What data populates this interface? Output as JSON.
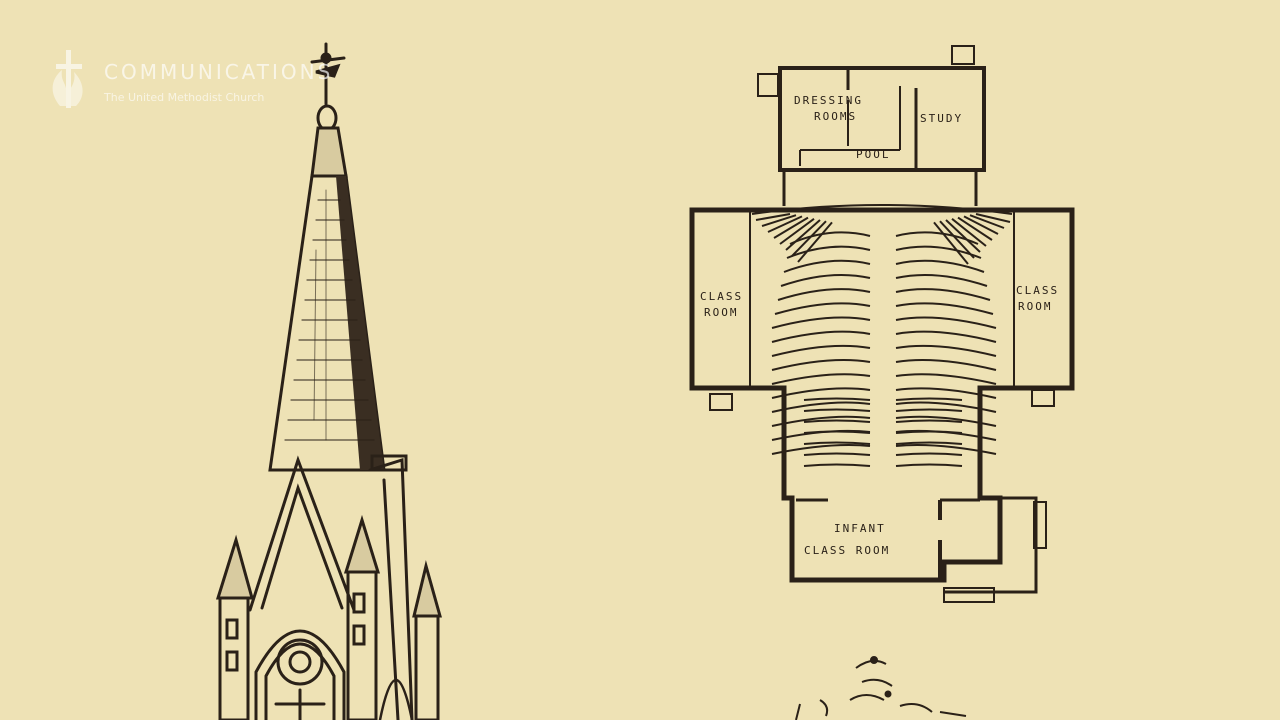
{
  "watermark": {
    "title": "COMMUNICATIONS",
    "subtitle": "The United Methodist Church",
    "logo_icon": "cross-and-flame-icon"
  },
  "floor_plan": {
    "rooms": {
      "dressing_rooms_line1": "DRESSING",
      "dressing_rooms_line2": "ROOMS",
      "study": "STUDY",
      "pool": "POOL",
      "class_room_left_line1": "CLASS",
      "class_room_left_line2": "ROOM",
      "class_room_right_line1": "CLASS",
      "class_room_right_line2": "ROOM",
      "infant_line1": "INFANT",
      "infant_line2": "CLASS ROOM"
    }
  },
  "illustration": {
    "subject": "church-spire-drawing",
    "ink_color": "#2a2118",
    "paper_color": "#eee2b5"
  }
}
